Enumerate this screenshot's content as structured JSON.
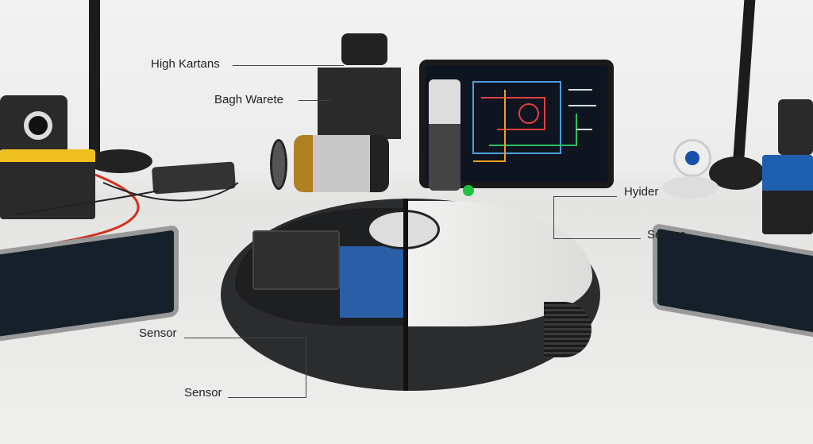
{
  "labels": {
    "high_kartans": "High Kartans",
    "bagh_warete": "Bagh Warete",
    "hyider": "Hyider",
    "sensor_right": "Sensor",
    "sensor_left_upper": "Sensor",
    "sensor_left_lower": "Sensor"
  },
  "colors": {
    "robot_dark": "#2b2c2e",
    "robot_white": "#ececea",
    "pcb_blue": "#2a5fa8",
    "accent_yellow": "#e8b400",
    "wire_red": "#d23020"
  }
}
